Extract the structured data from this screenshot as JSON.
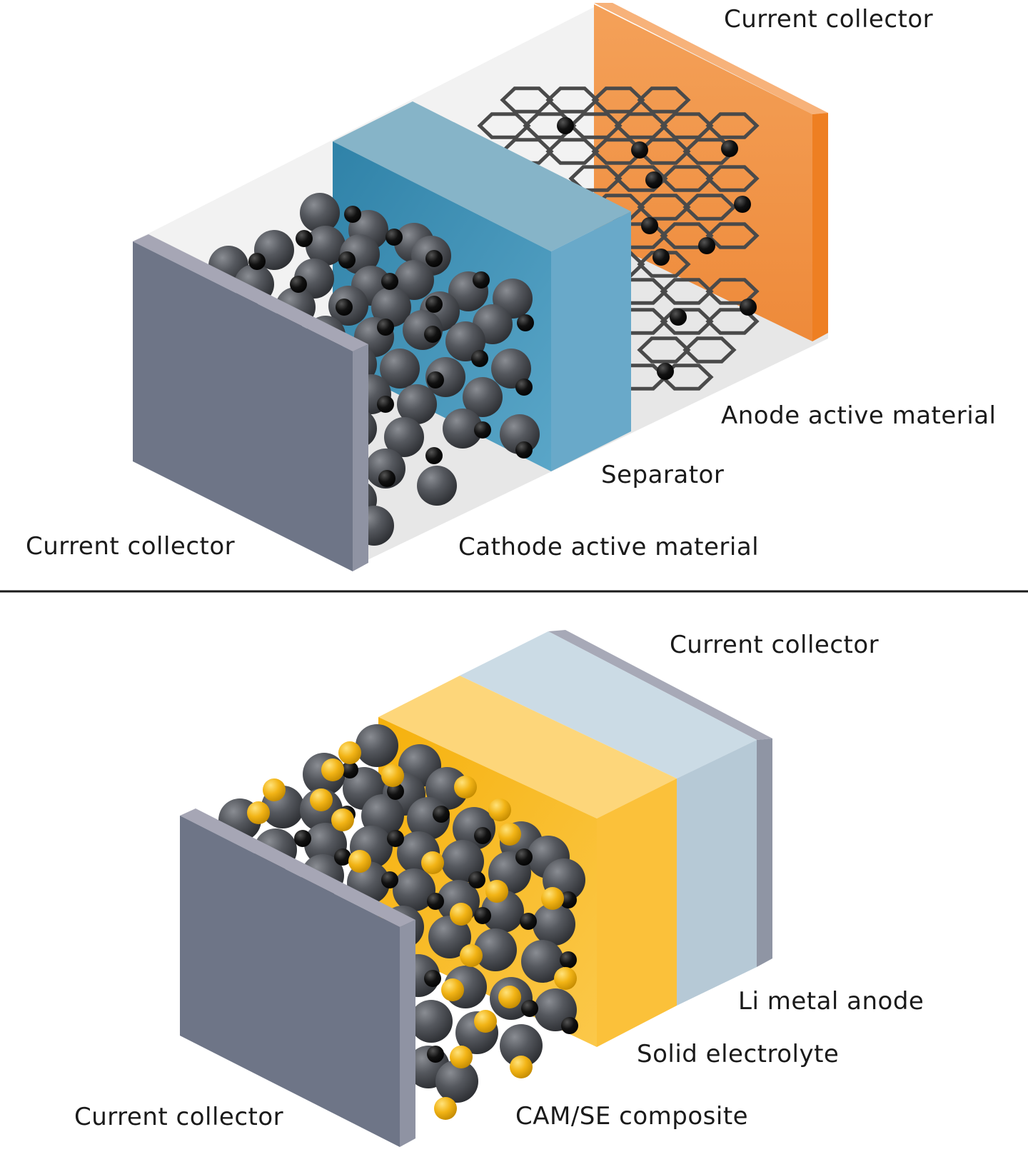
{
  "top_diagram": {
    "labels": {
      "current_collector_top": "Current collector",
      "anode_active_material": "Anode active material",
      "separator": "Separator",
      "current_collector_bottom": "Current collector",
      "cathode_active_material": "Cathode active material"
    },
    "colors": {
      "cathode_collector": "#6e7587",
      "separator": "#4a94b6",
      "anode_collector": "#f08a33",
      "cathode_particle": "#4d5056",
      "lithium_ion": "#0c0c0c",
      "graphite_lattice": "#4a4a4a",
      "casing": "#e8e8e8"
    }
  },
  "bottom_diagram": {
    "labels": {
      "current_collector_top": "Current collector",
      "li_metal_anode": "Li metal anode",
      "solid_electrolyte": "Solid electrolyte",
      "current_collector_bottom": "Current collector",
      "cam_se_composite": "CAM/SE composite"
    },
    "colors": {
      "cathode_collector": "#6e7587",
      "solid_electrolyte": "#f8b915",
      "li_metal_anode": "#b6c9d6",
      "anode_collector": "#8f95a4",
      "cathode_particle": "#4d5056",
      "electrolyte_particle": "#f2b416",
      "lithium_ion": "#0c0c0c"
    }
  }
}
